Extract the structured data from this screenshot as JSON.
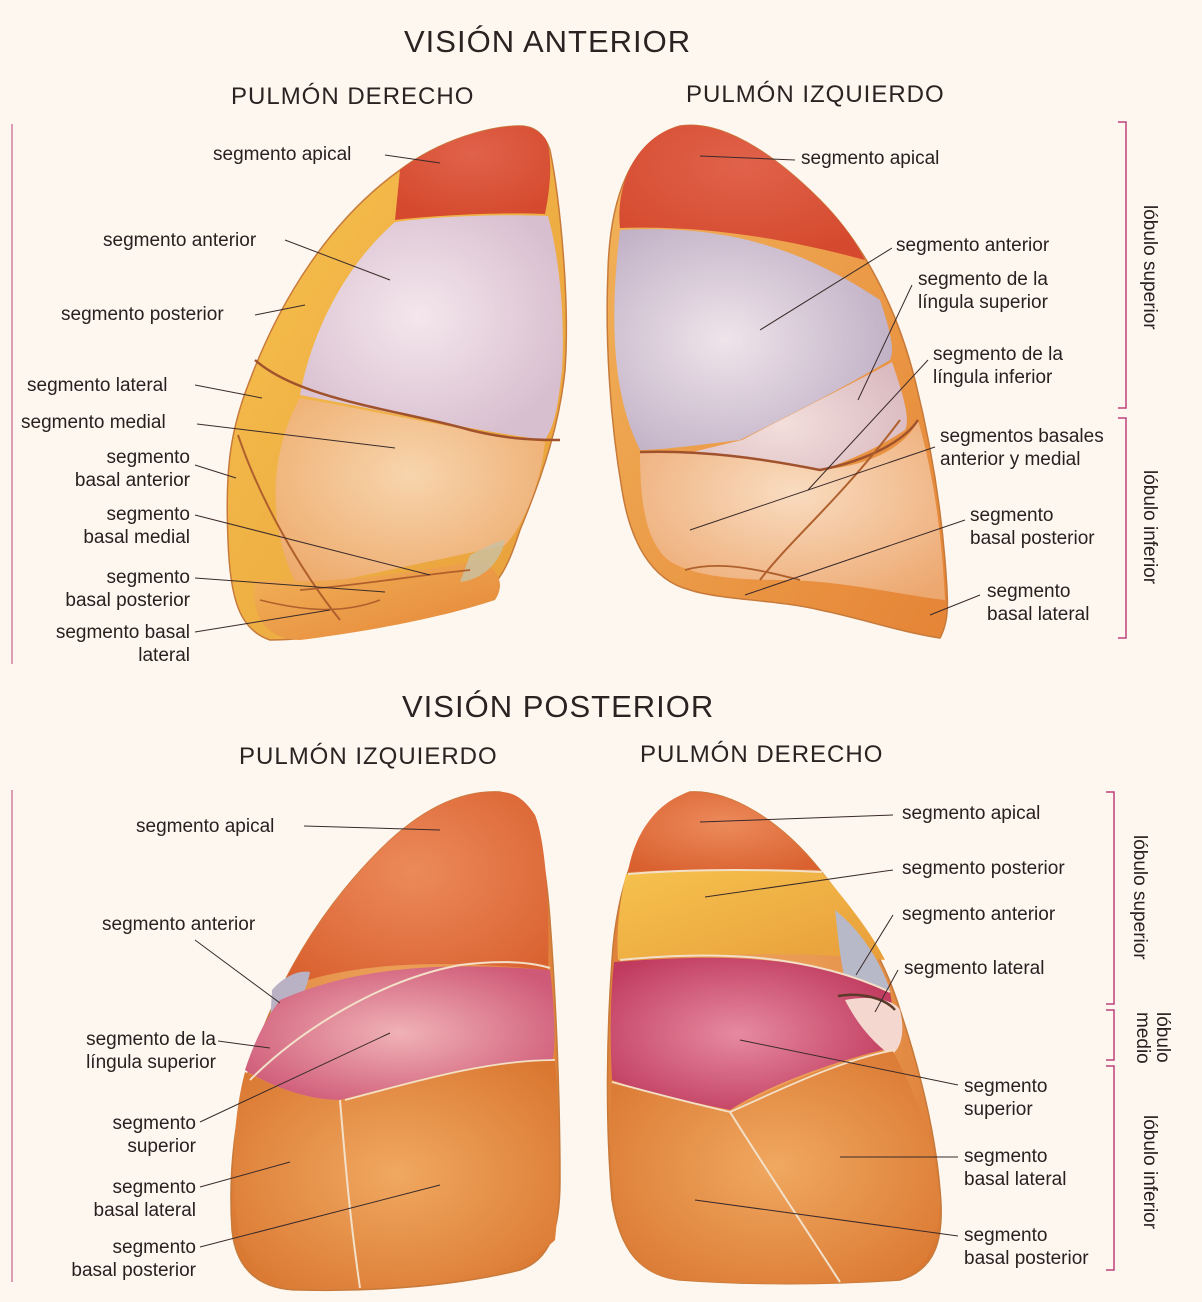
{
  "anterior": {
    "title": "VISIÓN ANTERIOR",
    "right_lung_heading": "PULMÓN DERECHO",
    "left_lung_heading": "PULMÓN IZQUIERDO",
    "right_lung_labels": {
      "apical": "segmento apical",
      "anterior": "segmento anterior",
      "posterior": "segmento posterior",
      "lateral": "segmento lateral",
      "medial": "segmento medial",
      "basal_anterior_1": "segmento",
      "basal_anterior_2": "basal anterior",
      "basal_medial_1": "segmento",
      "basal_medial_2": "basal medial",
      "basal_posterior_1": "segmento",
      "basal_posterior_2": "basal posterior",
      "basal_lateral_1": "segmento basal",
      "basal_lateral_2": "lateral"
    },
    "left_lung_labels": {
      "apical": "segmento apical",
      "anterior": "segmento anterior",
      "lingula_sup_1": "segmento de la",
      "lingula_sup_2": "língula superior",
      "lingula_inf_1": "segmento de la",
      "lingula_inf_2": "língula inferior",
      "basales_1": "segmentos basales",
      "basales_2": "anterior y medial",
      "basal_posterior_1": "segmento",
      "basal_posterior_2": "basal posterior",
      "basal_lateral_1": "segmento",
      "basal_lateral_2": "basal lateral"
    },
    "lobes": {
      "superior": "lóbulo superior",
      "inferior": "lóbulo inferior"
    }
  },
  "posterior": {
    "title": "VISIÓN POSTERIOR",
    "left_lung_heading": "PULMÓN IZQUIERDO",
    "right_lung_heading": "PULMÓN DERECHO",
    "left_lung_labels": {
      "apical": "segmento apical",
      "anterior": "segmento anterior",
      "lingula_sup_1": "segmento de la",
      "lingula_sup_2": "língula superior",
      "superior_1": "segmento",
      "superior_2": "superior",
      "basal_lateral_1": "segmento",
      "basal_lateral_2": "basal lateral",
      "basal_posterior_1": "segmento",
      "basal_posterior_2": "basal posterior"
    },
    "right_lung_labels": {
      "apical": "segmento apical",
      "posterior": "segmento posterior",
      "anterior": "segmento anterior",
      "lateral": "segmento lateral",
      "superior_1": "segmento",
      "superior_2": "superior",
      "basal_lateral_1": "segmento",
      "basal_lateral_2": "basal lateral",
      "basal_posterior_1": "segmento",
      "basal_posterior_2": "basal posterior"
    },
    "lobes": {
      "superior": "lóbulo superior",
      "medio": "lóbulo medio",
      "inferior": "lóbulo inferior"
    }
  }
}
